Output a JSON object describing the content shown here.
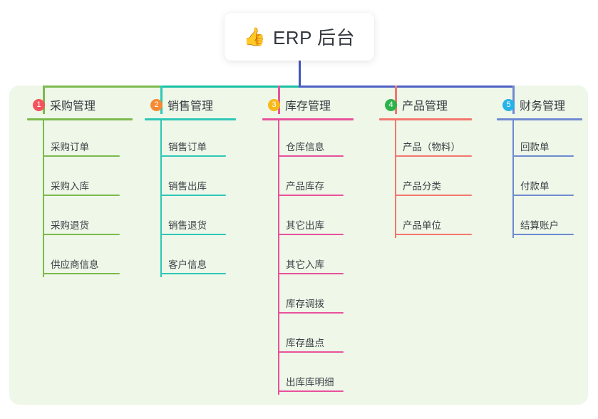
{
  "root": {
    "icon": "thumbs-up-icon",
    "emoji": "👍",
    "title": "ERP 后台"
  },
  "palette": {
    "panel_bg": "#eef7e8",
    "page_bg": "#ffffff",
    "text": "#3c4147",
    "stem": "#4056b8",
    "bus_left": "#7cba4d",
    "bus_mid": "#17c1a3",
    "bus_right": "#4d5fc6"
  },
  "columns": [
    {
      "number": "1",
      "title": "采购管理",
      "badge_color": "#f4545e",
      "line_color": "#7cba4d",
      "items": [
        "采购订单",
        "采购入库",
        "采购退货",
        "供应商信息"
      ]
    },
    {
      "number": "2",
      "title": "销售管理",
      "badge_color": "#f58a32",
      "line_color": "#2ec7b6",
      "items": [
        "销售订单",
        "销售出库",
        "销售退货",
        "客户信息"
      ]
    },
    {
      "number": "3",
      "title": "库存管理",
      "badge_color": "#f5b919",
      "line_color": "#e8519b",
      "items": [
        "仓库信息",
        "产品库存",
        "其它出库",
        "其它入库",
        "库存调拨",
        "库存盘点",
        "出库库明细"
      ]
    },
    {
      "number": "4",
      "title": "产品管理",
      "badge_color": "#2cb34a",
      "line_color": "#f4766e",
      "items": [
        "产品（物料）",
        "产品分类",
        "产品单位"
      ]
    },
    {
      "number": "5",
      "title": "财务管理",
      "badge_color": "#25b3e8",
      "line_color": "#6f8ad0",
      "items": [
        "回款单",
        "付款单",
        "结算账户"
      ]
    }
  ],
  "connectors": {
    "stem_label": "root-to-bus-stem",
    "drop_colors": [
      "#7cba4d",
      "#2ec7b6",
      "#e8519b",
      "#f4766e",
      "#6f8ad0"
    ]
  }
}
